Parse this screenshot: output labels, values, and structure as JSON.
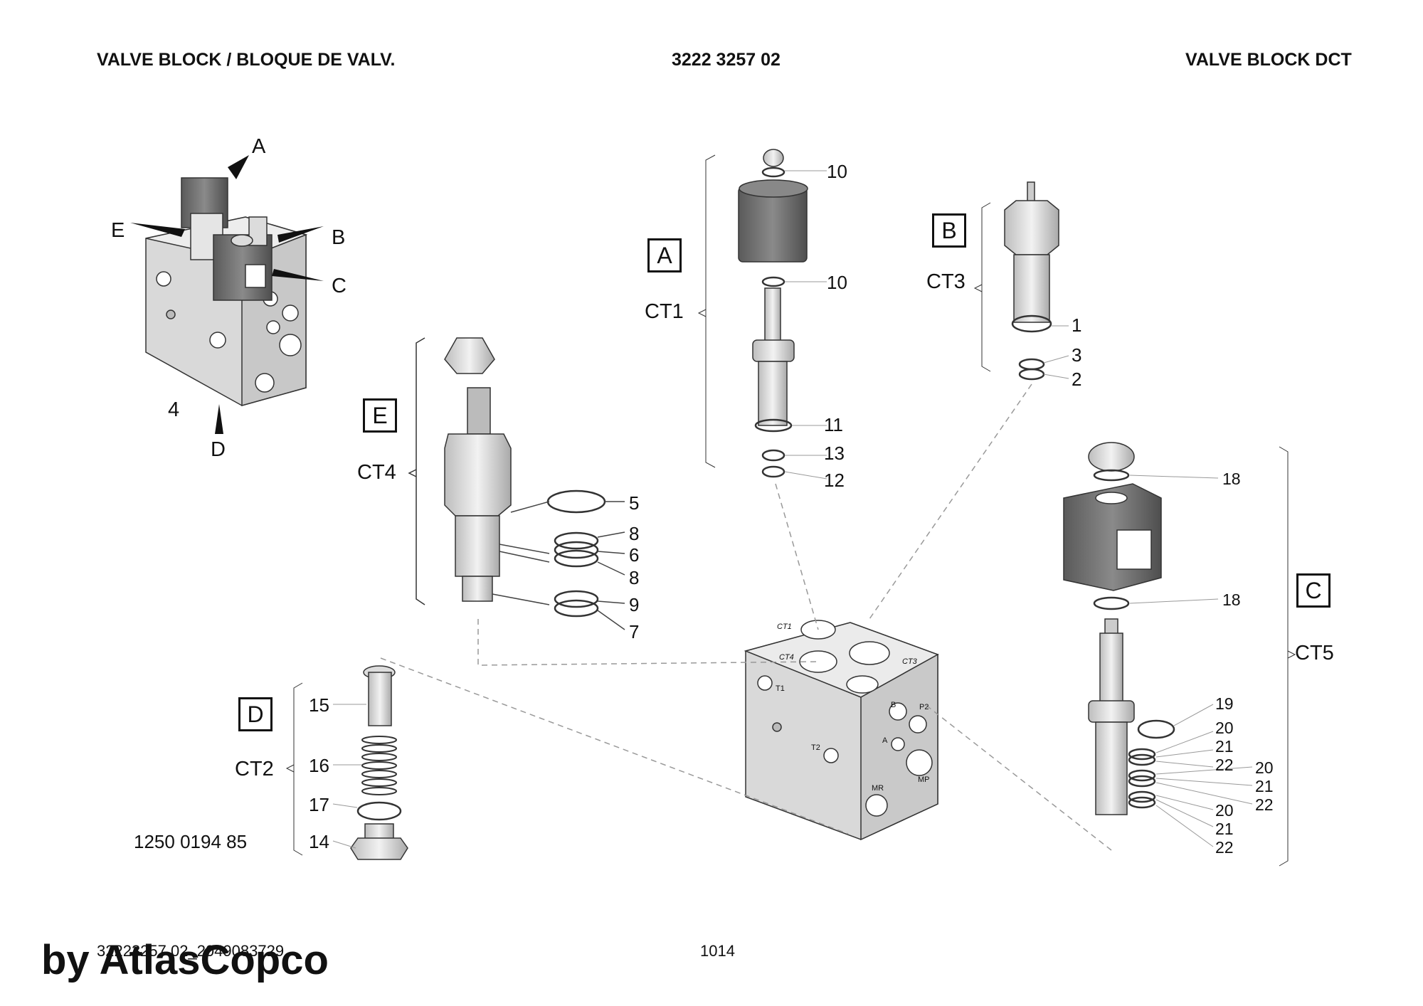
{
  "header": {
    "left": "VALVE BLOCK / BLOQUE DE VALV.",
    "center": "3222 3257 02",
    "right": "VALVE BLOCK DCT"
  },
  "callouts": {
    "A": "A",
    "B": "B",
    "C": "C",
    "D": "D",
    "E": "E",
    "block": "4"
  },
  "groups": {
    "A": {
      "box": "A",
      "name": "CT1"
    },
    "B": {
      "box": "B",
      "name": "CT3"
    },
    "C": {
      "box": "C",
      "name": "CT5"
    },
    "D": {
      "box": "D",
      "name": "CT2"
    },
    "E": {
      "box": "E",
      "name": "CT4"
    }
  },
  "block_ports": [
    "CT1",
    "CT4",
    "CT3",
    "T1",
    "T2",
    "A",
    "B",
    "P2",
    "MR",
    "MP"
  ],
  "parts": {
    "ct1": [
      "10",
      "10",
      "11",
      "13",
      "12"
    ],
    "ct3": [
      "1",
      "3",
      "2"
    ],
    "ct4": [
      "5",
      "8",
      "6",
      "8",
      "9",
      "7"
    ],
    "ct2": [
      "15",
      "16",
      "17",
      "14"
    ],
    "ct5": [
      "18",
      "18",
      "19",
      "20",
      "21",
      "22",
      "20",
      "21",
      "22",
      "20",
      "21",
      "22"
    ]
  },
  "part_number_ct2": "1250 0194 85",
  "footer": {
    "doc_id": "32223257 02_2049083729",
    "page": "1014",
    "brand": "by AtlasCopco"
  },
  "colors": {
    "body": "#dcdcdc",
    "coil": "#6e6e6e",
    "line": "#333333",
    "leader": "#999999"
  }
}
